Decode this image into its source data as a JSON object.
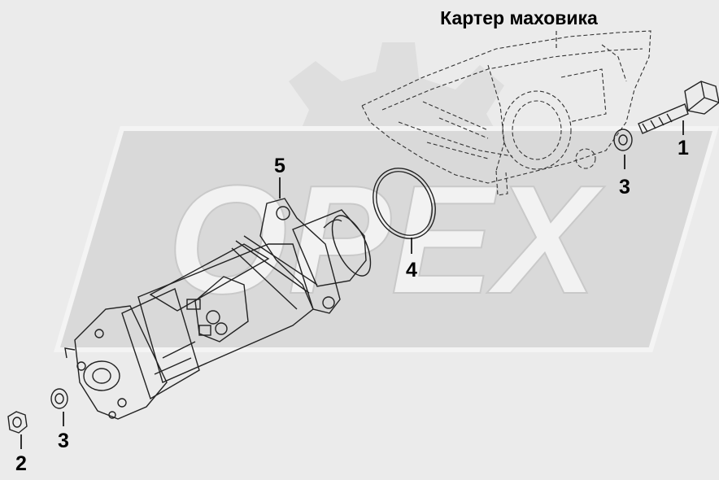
{
  "housing_label": "Картер маховика",
  "watermark": "OPEX",
  "callouts": {
    "c1": "1",
    "c2": "2",
    "c3a": "3",
    "c3b": "3",
    "c4": "4",
    "c5": "5"
  },
  "colors": {
    "background": "#ebebeb",
    "watermark": "#dcdcdc",
    "line": "#222222"
  }
}
